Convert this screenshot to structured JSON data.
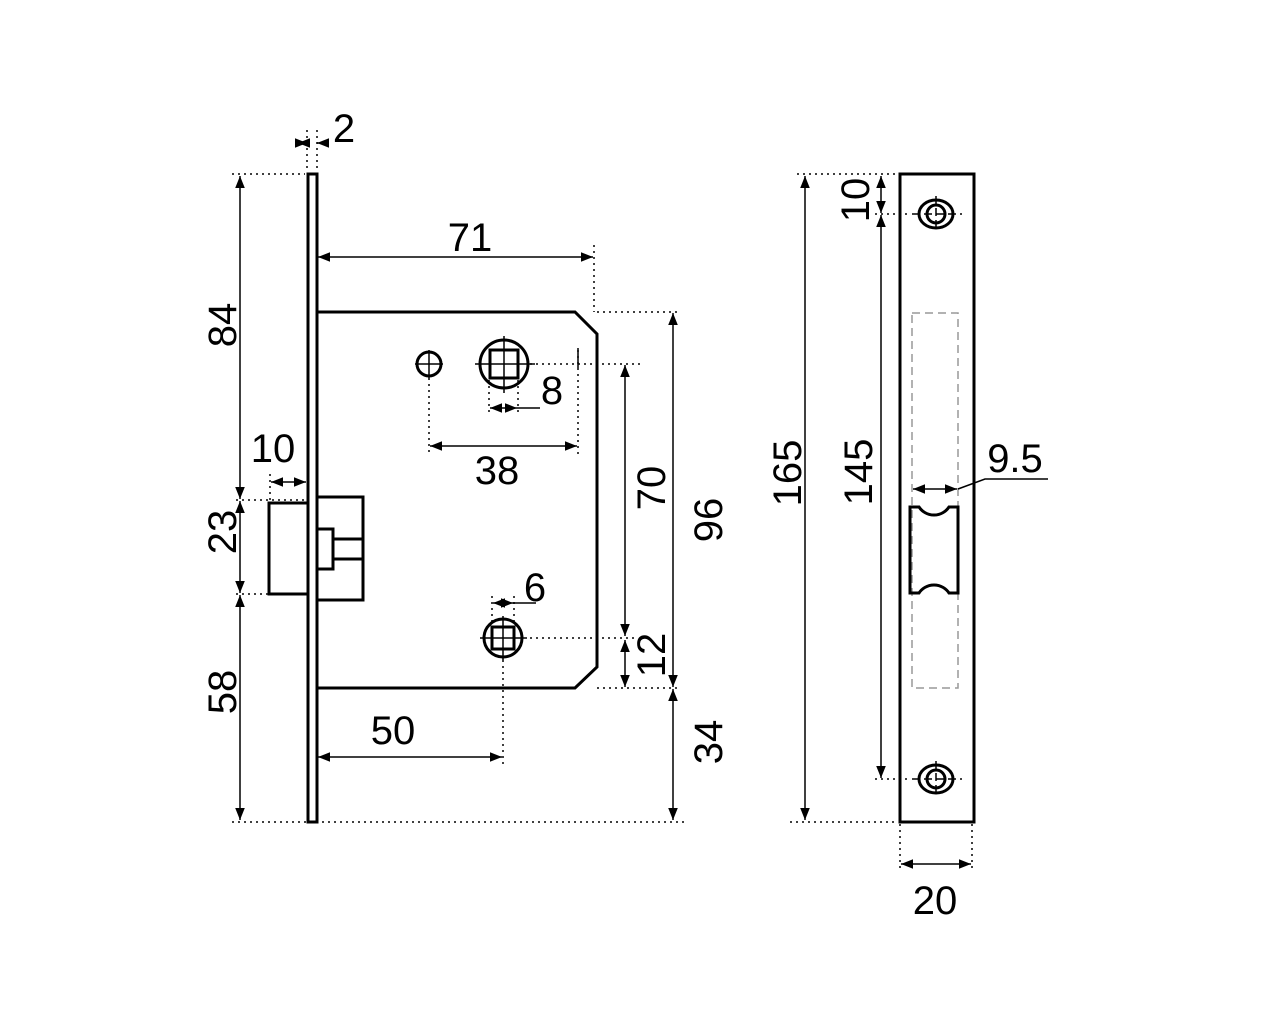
{
  "lock_body": {
    "dims": {
      "faceplate_thickness": "2",
      "top_to_latch": "84",
      "latch_height": "23",
      "latch_to_bottom": "58",
      "latch_projection": "10",
      "backset": "71",
      "hole_spacing": "38",
      "spindle_square": "8",
      "lower_square": "6",
      "spindle_center_distance": "70",
      "lower_to_body_bottom": "12",
      "body_height": "96",
      "body_bottom_to_plate_end": "34",
      "lower_backset": "50"
    }
  },
  "strike_plate": {
    "dims": {
      "total_height": "165",
      "top_to_hole": "10",
      "hole_spacing": "145",
      "cutout_width": "9.5",
      "width": "20"
    }
  }
}
